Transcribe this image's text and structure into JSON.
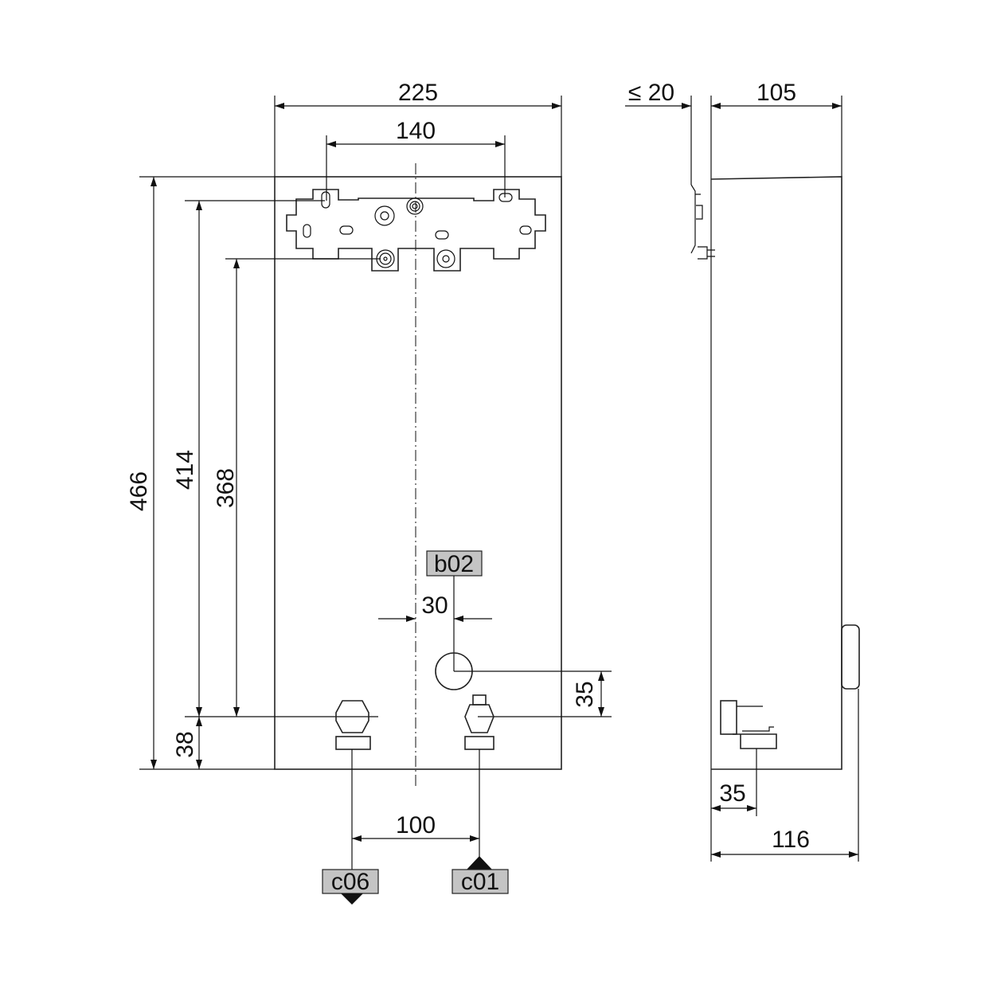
{
  "front_view": {
    "dims": {
      "width_total": "225",
      "bracket_hole_spacing": "140",
      "height_total": "466",
      "height_to_bracket_top": "414",
      "height_to_bracket_bottom": "368",
      "bottom_to_connections": "38",
      "b02_offset": "30",
      "b02_height": "35",
      "connection_spacing": "100"
    },
    "labels": {
      "b02": "b02",
      "c06": "c06",
      "c01": "c01"
    },
    "tag_color": "#c4c4c4"
  },
  "side_view": {
    "dims": {
      "wall_gap": "≤ 20",
      "depth": "105",
      "connection_depth": "35",
      "depth_total": "116"
    }
  }
}
